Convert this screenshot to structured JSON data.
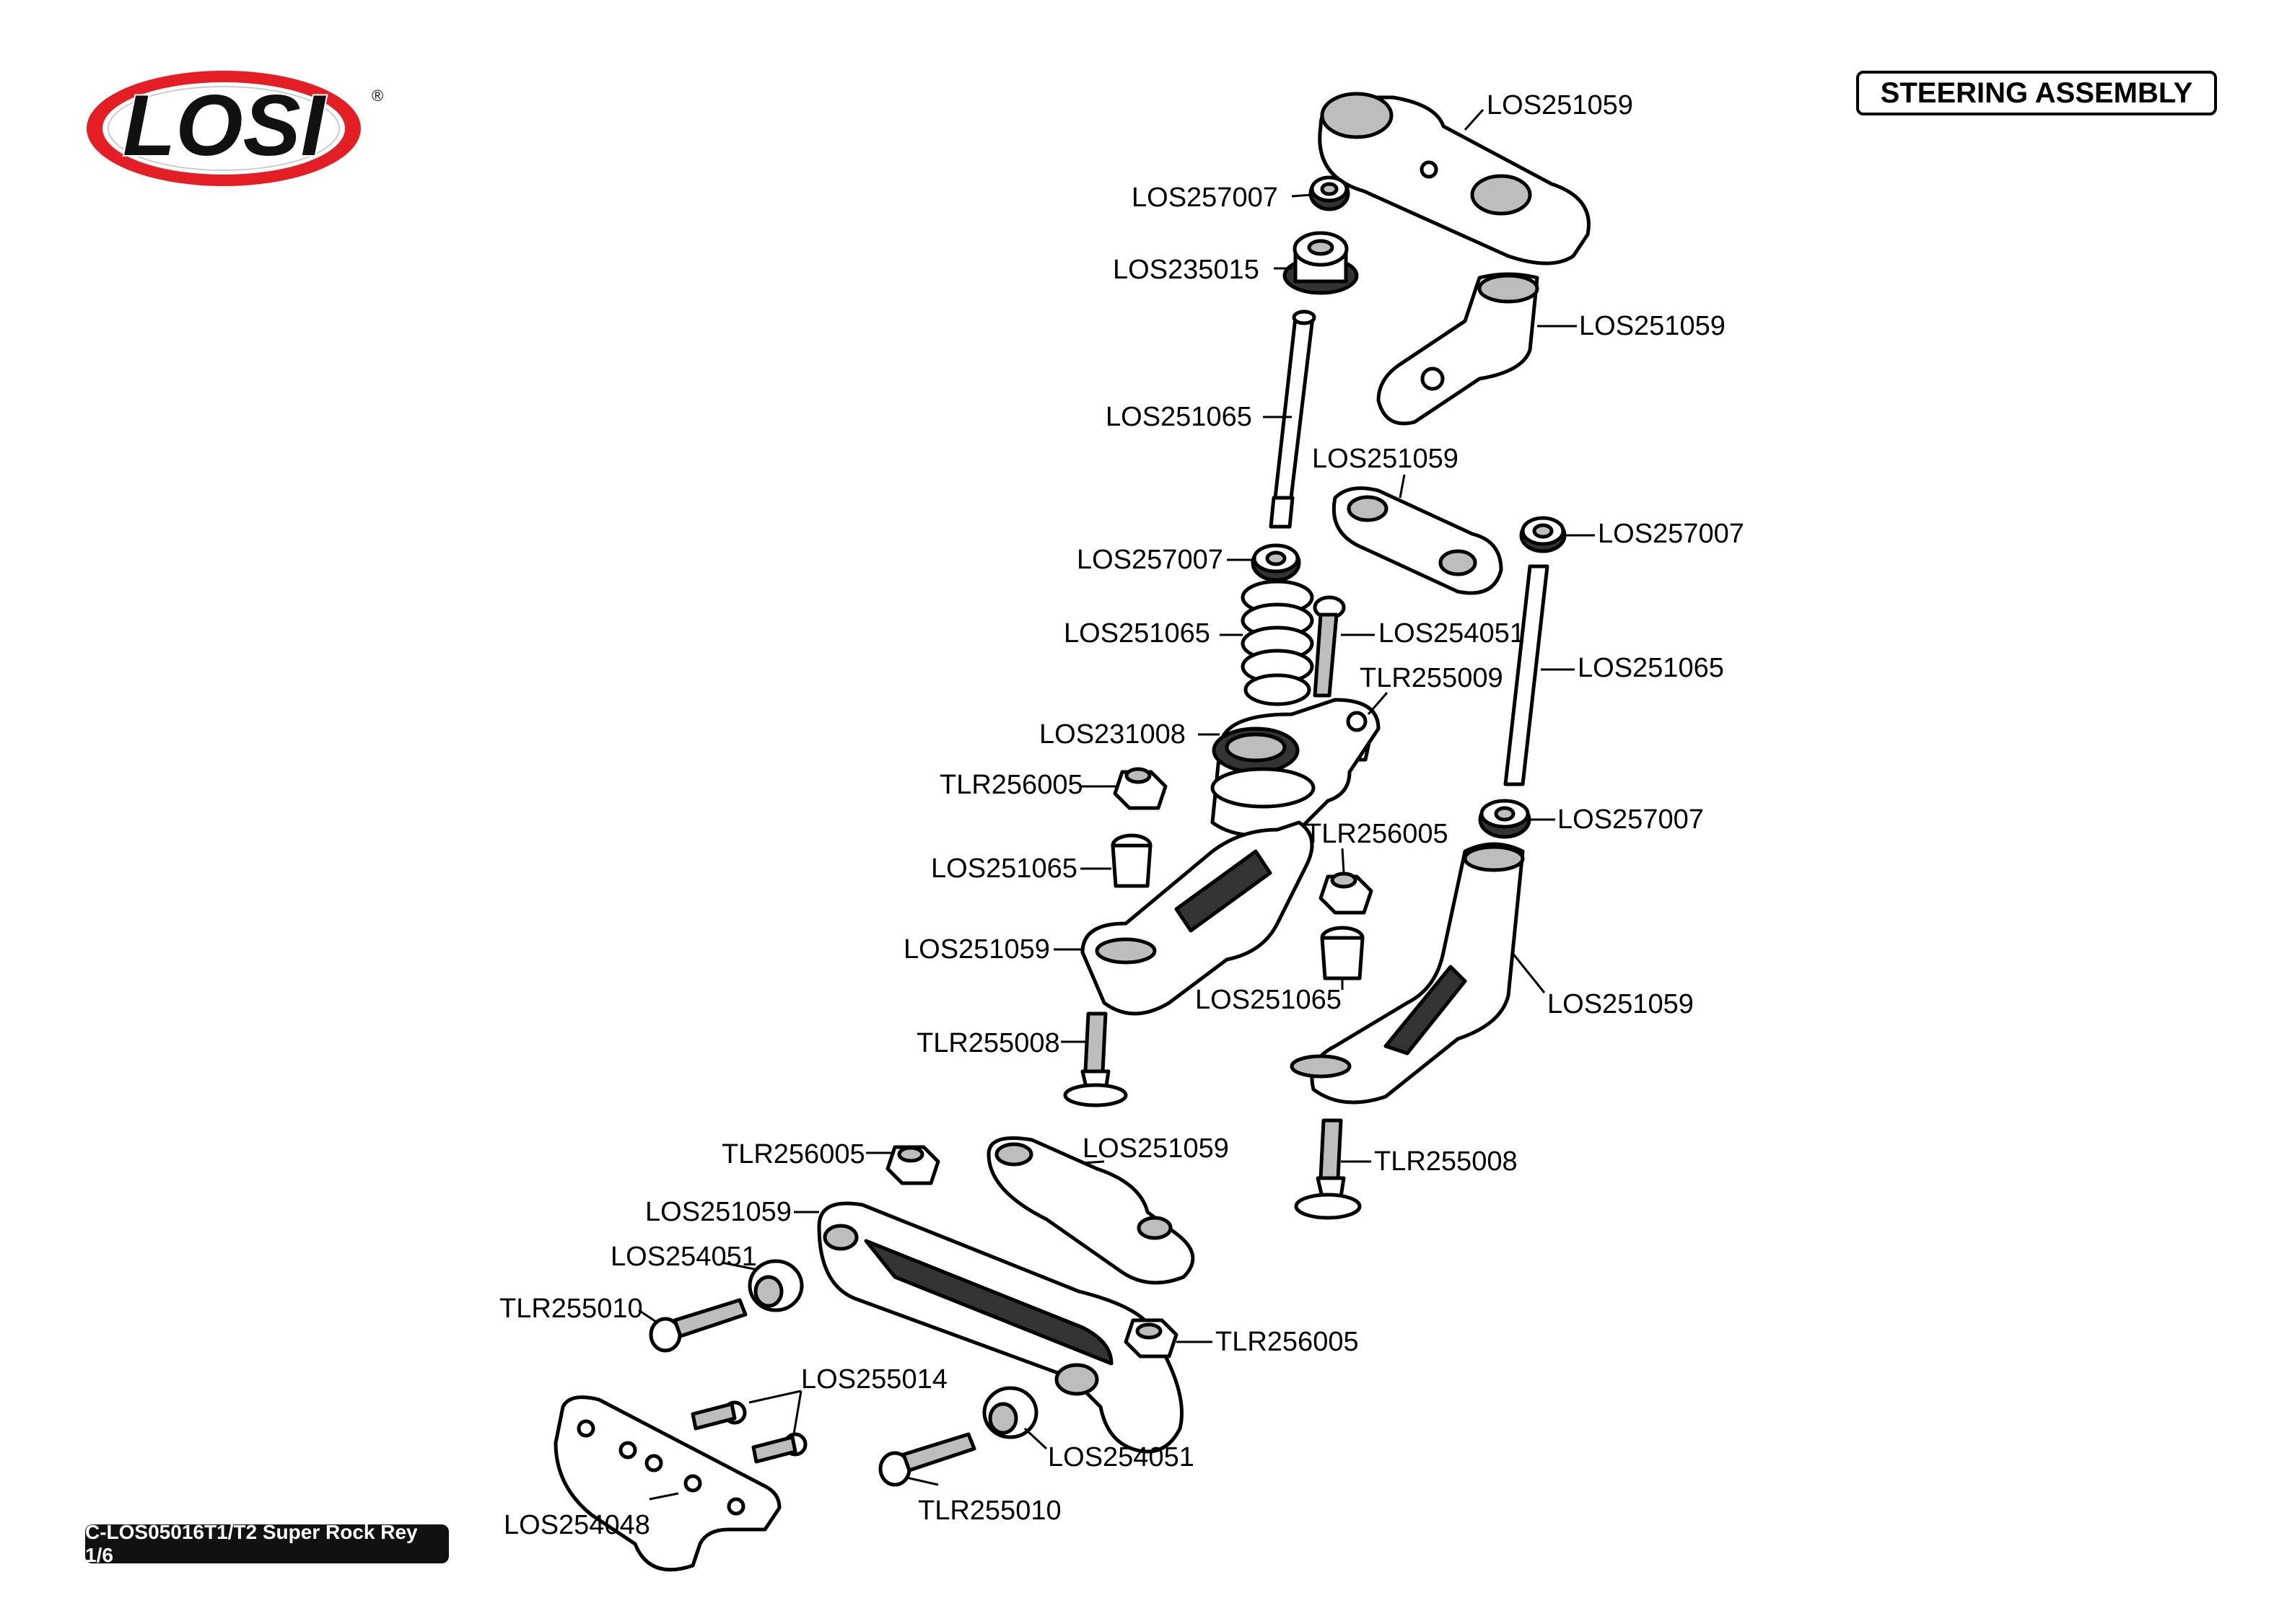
{
  "brand": {
    "logo_text": "LOSI",
    "registered_mark": "®",
    "logo_red": "#e31e24",
    "logo_black": "#111111"
  },
  "header": {
    "title": "STEERING ASSEMBLY"
  },
  "footer": {
    "model_tag": "C-LOS05016T1/T2 Super Rock Rey 1/6"
  },
  "callouts": [
    {
      "id": "c1",
      "label": "LOS251059"
    },
    {
      "id": "c2",
      "label": "LOS257007"
    },
    {
      "id": "c3",
      "label": "LOS235015"
    },
    {
      "id": "c4",
      "label": "LOS251059"
    },
    {
      "id": "c5",
      "label": "LOS251065"
    },
    {
      "id": "c6",
      "label": "LOS251059"
    },
    {
      "id": "c7",
      "label": "LOS257007"
    },
    {
      "id": "c8",
      "label": "LOS257007"
    },
    {
      "id": "c9",
      "label": "LOS251065"
    },
    {
      "id": "c10",
      "label": "LOS254051"
    },
    {
      "id": "c11",
      "label": "LOS251065"
    },
    {
      "id": "c12",
      "label": "TLR255009"
    },
    {
      "id": "c13",
      "label": "LOS231008"
    },
    {
      "id": "c14",
      "label": "TLR256005"
    },
    {
      "id": "c15",
      "label": "LOS257007"
    },
    {
      "id": "c16",
      "label": "TLR256005"
    },
    {
      "id": "c17",
      "label": "LOS251065"
    },
    {
      "id": "c18",
      "label": "LOS251059"
    },
    {
      "id": "c19",
      "label": "LOS251065"
    },
    {
      "id": "c20",
      "label": "LOS251059"
    },
    {
      "id": "c21",
      "label": "TLR255008"
    },
    {
      "id": "c22",
      "label": "TLR255008"
    },
    {
      "id": "c23",
      "label": "TLR256005"
    },
    {
      "id": "c24",
      "label": "LOS251059"
    },
    {
      "id": "c25",
      "label": "LOS251059"
    },
    {
      "id": "c26",
      "label": "LOS254051"
    },
    {
      "id": "c27",
      "label": "TLR255010"
    },
    {
      "id": "c28",
      "label": "TLR256005"
    },
    {
      "id": "c29",
      "label": "LOS255014"
    },
    {
      "id": "c30",
      "label": "LOS254051"
    },
    {
      "id": "c31",
      "label": "TLR255010"
    },
    {
      "id": "c32",
      "label": "LOS254048"
    }
  ]
}
